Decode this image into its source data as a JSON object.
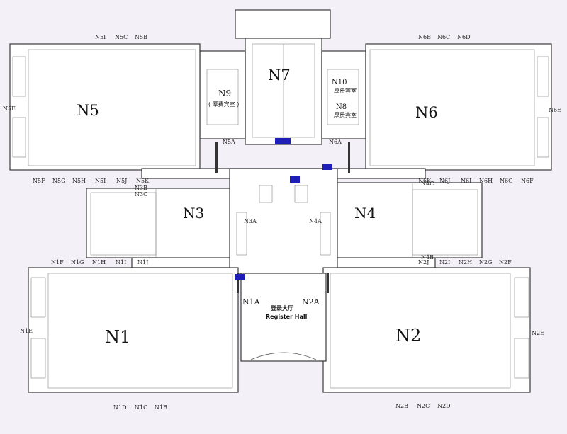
{
  "halls": {
    "N1": "N1",
    "N2": "N2",
    "N3": "N3",
    "N4": "N4",
    "N5": "N5",
    "N6": "N6",
    "N7": "N7",
    "N8": "N8",
    "N9": "N9",
    "N10": "N10"
  },
  "meeting_rooms": {
    "n9": "( 厚费宾室 )",
    "n10": "厚费宾室",
    "n8": "厚费宾室"
  },
  "register_hall": {
    "cn": "登录大厅",
    "en": "Register Hall"
  },
  "entrances": {
    "n5_top": [
      "N5I",
      "N5C",
      "N5B"
    ],
    "n6_top": [
      "N6B",
      "N6C",
      "N6D"
    ],
    "n5_side": "N5E",
    "n6_side": "N6E",
    "n5_bottom": [
      "N5F",
      "N5G",
      "N5H",
      "N5I",
      "N5J",
      "N5K"
    ],
    "n6_bottom": [
      "N6K",
      "N6J",
      "N6I",
      "N6H",
      "N6G",
      "N6F"
    ],
    "n5a": "N5A",
    "n6a": "N6A",
    "n3b": "N3B",
    "n3c": "N3C",
    "n3a": "N3A",
    "n4a": "N4A",
    "n4b": "N4B",
    "n4c": "N4C",
    "n1_top": [
      "N1F",
      "N1G",
      "N1H",
      "N1I",
      "N1J"
    ],
    "n2_top": [
      "N2J",
      "N2I",
      "N2H",
      "N2G",
      "N2F"
    ],
    "n1a": "N1A",
    "n2a": "N2A",
    "n1e": "N1E",
    "n2e": "N2E",
    "n1_bottom": [
      "N1D",
      "N1C",
      "N1B"
    ],
    "n2_bottom": [
      "N2B",
      "N2C",
      "N2D"
    ]
  }
}
